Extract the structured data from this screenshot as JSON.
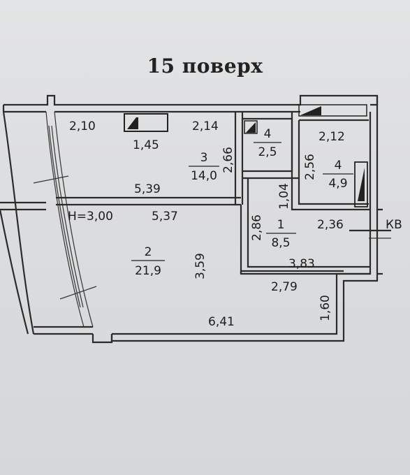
{
  "title": "15 поверх",
  "ceiling_height": "H=3,00",
  "corridor_label": "КВ",
  "rooms": [
    {
      "id": "1",
      "area": "8,5"
    },
    {
      "id": "2",
      "area": "21,9"
    },
    {
      "id": "3",
      "area": "14,0"
    },
    {
      "id": "4a",
      "number": "4",
      "area": "2,5"
    },
    {
      "id": "4b",
      "number": "4",
      "area": "4,9"
    }
  ],
  "dimensions": {
    "d_2_10": "2,10",
    "d_1_45": "1,45",
    "d_2_14": "2,14",
    "d_2_66": "2,66",
    "d_2_12": "2,12",
    "d_2_56": "2,56",
    "d_5_39": "5,39",
    "d_1_04": "1,04",
    "d_5_37": "5,37",
    "d_2_86": "2,86",
    "d_2_36": "2,36",
    "d_3_59": "3,59",
    "d_3_83": "3,83",
    "d_2_79": "2,79",
    "d_1_60": "1,60",
    "d_6_41": "6,41"
  }
}
